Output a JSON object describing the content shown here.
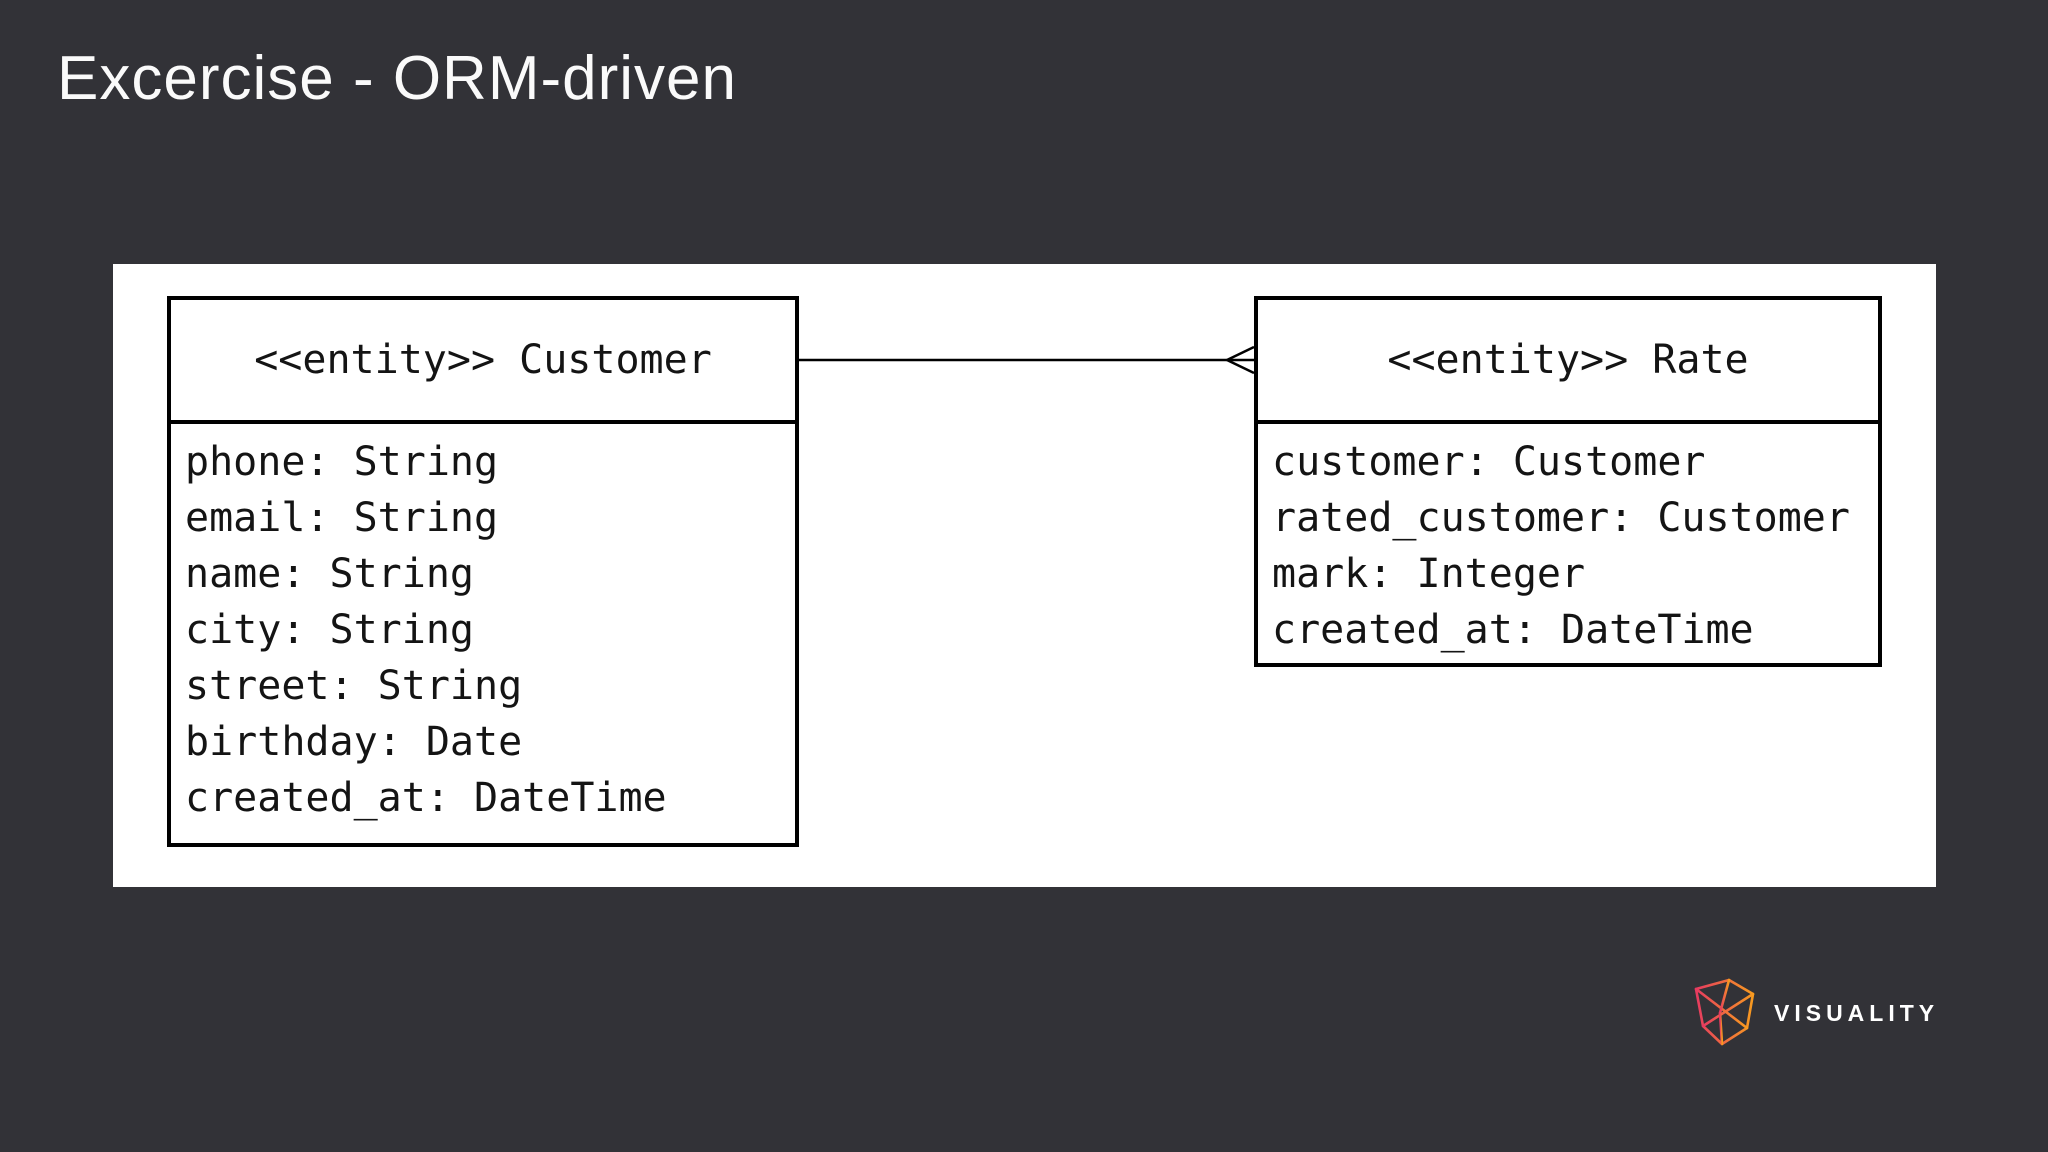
{
  "slide": {
    "title": "Excercise - ORM-driven"
  },
  "diagram": {
    "entities": [
      {
        "id": "customer",
        "header": "<<entity>> Customer",
        "attributes": [
          "phone: String",
          "email: String",
          "name: String",
          "city: String",
          "street: String",
          "birthday: Date",
          "created_at: DateTime"
        ]
      },
      {
        "id": "rate",
        "header": "<<entity>> Rate",
        "attributes": [
          "customer: Customer",
          "rated_customer: Customer",
          "mark: Integer",
          "created_at: DateTime"
        ]
      }
    ],
    "relationship": {
      "from": "Customer",
      "to": "Rate",
      "marker_at_rate_end": "crow-foot-many"
    }
  },
  "footer": {
    "logo_text": "VISUALITY"
  },
  "colors": {
    "background": "#323237",
    "panel": "#ffffff",
    "box_border": "#000000",
    "box_text": "#141414",
    "title_text": "#fafafa",
    "logo_gradient_start": "#e73a60",
    "logo_gradient_end": "#f89b1f"
  }
}
